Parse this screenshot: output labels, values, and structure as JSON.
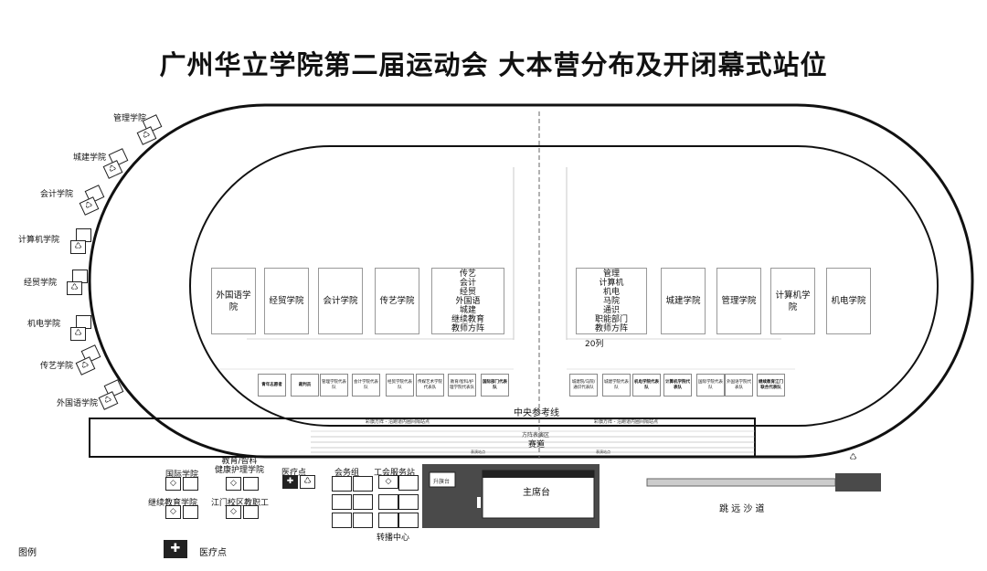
{
  "title": "广州华立学院第二届运动会 大本营分布及开闭幕式站位",
  "colleges_left": [
    "管理学院",
    "城建学院",
    "会计学院",
    "计算机学院",
    "经贸学院",
    "机电学院",
    "传艺学院",
    "外国语学院"
  ],
  "field_left": [
    "外国语学院",
    "经贸学院",
    "会计学院",
    "传艺学院"
  ],
  "field_left_group": [
    "传艺",
    "会计",
    "经贸",
    "外国语",
    "城建",
    "继续教育",
    "教师方阵"
  ],
  "field_right_group": [
    "管理",
    "计算机",
    "机电",
    "马院",
    "通识",
    "职能部门",
    "教师方阵"
  ],
  "field_right": [
    "城建学院",
    "管理学院",
    "计算机学院",
    "机电学院"
  ],
  "columns_label": "20列",
  "rep_left": [
    "青年志愿者",
    "裁判员",
    "管理学院代表队",
    "会计学院代表队",
    "经贸学院代表队",
    "传媒艺术学院代表队",
    "教育/智科/护理学院代表队",
    "国际部门代表队"
  ],
  "rep_right": [
    "城建院/马院/通识代表队",
    "城建学院代表队",
    "机电学院代表队",
    "计算机学院代表队",
    "国际学院代表队",
    "外国语学院代表队",
    "继续教育江门联合代表队"
  ],
  "center_line": "中央参考线",
  "flag_left": "彩旗方阵 - 沿跑道内圈间隔站点",
  "flag_right": "彩旗方阵 - 沿跑道内圈间隔站点",
  "square_area": "方阵表演区",
  "track_label": "赛道",
  "small_left": "表演站点",
  "small_right": "表演站点",
  "bottom_labels": {
    "guoji": "国际学院",
    "jiaoyu": "教育/智科\n健康护理学院",
    "medical": "医疗点",
    "huiwu": "会务组",
    "gonghui": "工会服务站",
    "jixu": "继续教育学院",
    "jiangmen": "江门校区教职工",
    "zhuanbo": "转播中心",
    "shengqi": "升旗台",
    "zhuxi": "主席台",
    "tiaoyuan": "跳 远 沙 道"
  },
  "legend": {
    "title": "图例",
    "medical": "医疗点"
  }
}
